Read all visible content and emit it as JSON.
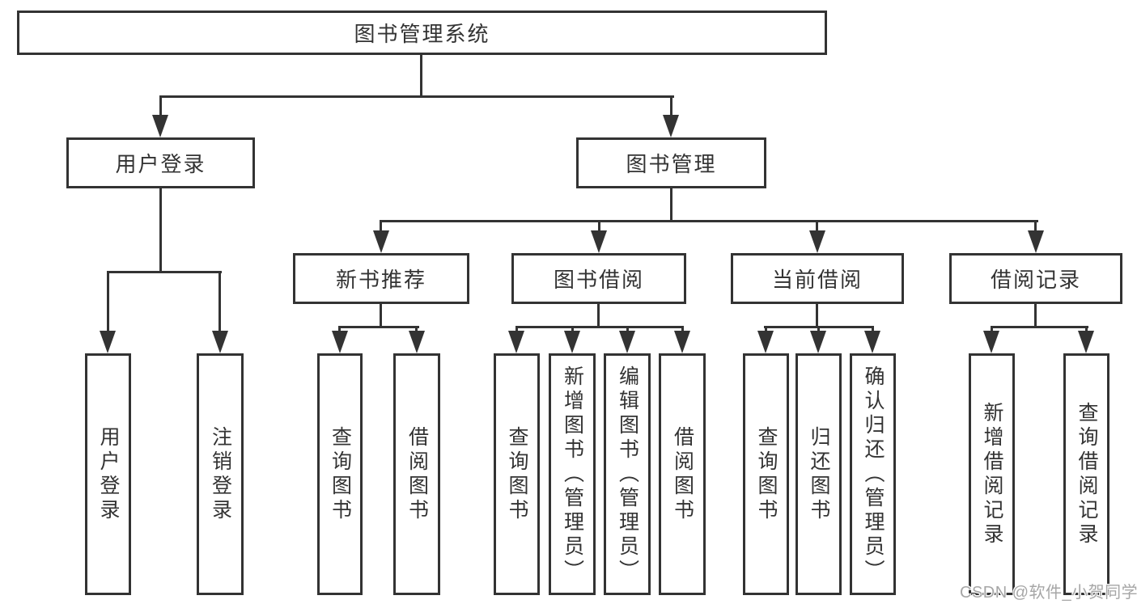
{
  "colors": {
    "line": "#333333",
    "box-bg": "#ffffff",
    "text": "#333333",
    "watermark": "#a6a6a6"
  },
  "diagram": {
    "root": "图书管理系统",
    "level2": {
      "login": "用户登录",
      "mgmt": "图书管理"
    },
    "level3": {
      "recommend": "新书推荐",
      "borrow": "图书借阅",
      "current": "当前借阅",
      "record": "借阅记录"
    },
    "leaves": {
      "user_login": "用户登录",
      "logout": "注销登录",
      "rec_query": "查询图书",
      "rec_borrow": "借阅图书",
      "bor_query": "查询图书",
      "bor_add": "新增图书（管理员）",
      "bor_edit": "编辑图书（管理员）",
      "bor_borrow": "借阅图书",
      "cur_query": "查询图书",
      "cur_return": "归还图书",
      "cur_confirm": "确认归还（管理员）",
      "rec2_add": "新增借阅记录",
      "rec2_query": "查询借阅记录"
    }
  },
  "watermark": {
    "text": "CSDN @软件_小贺同学"
  }
}
